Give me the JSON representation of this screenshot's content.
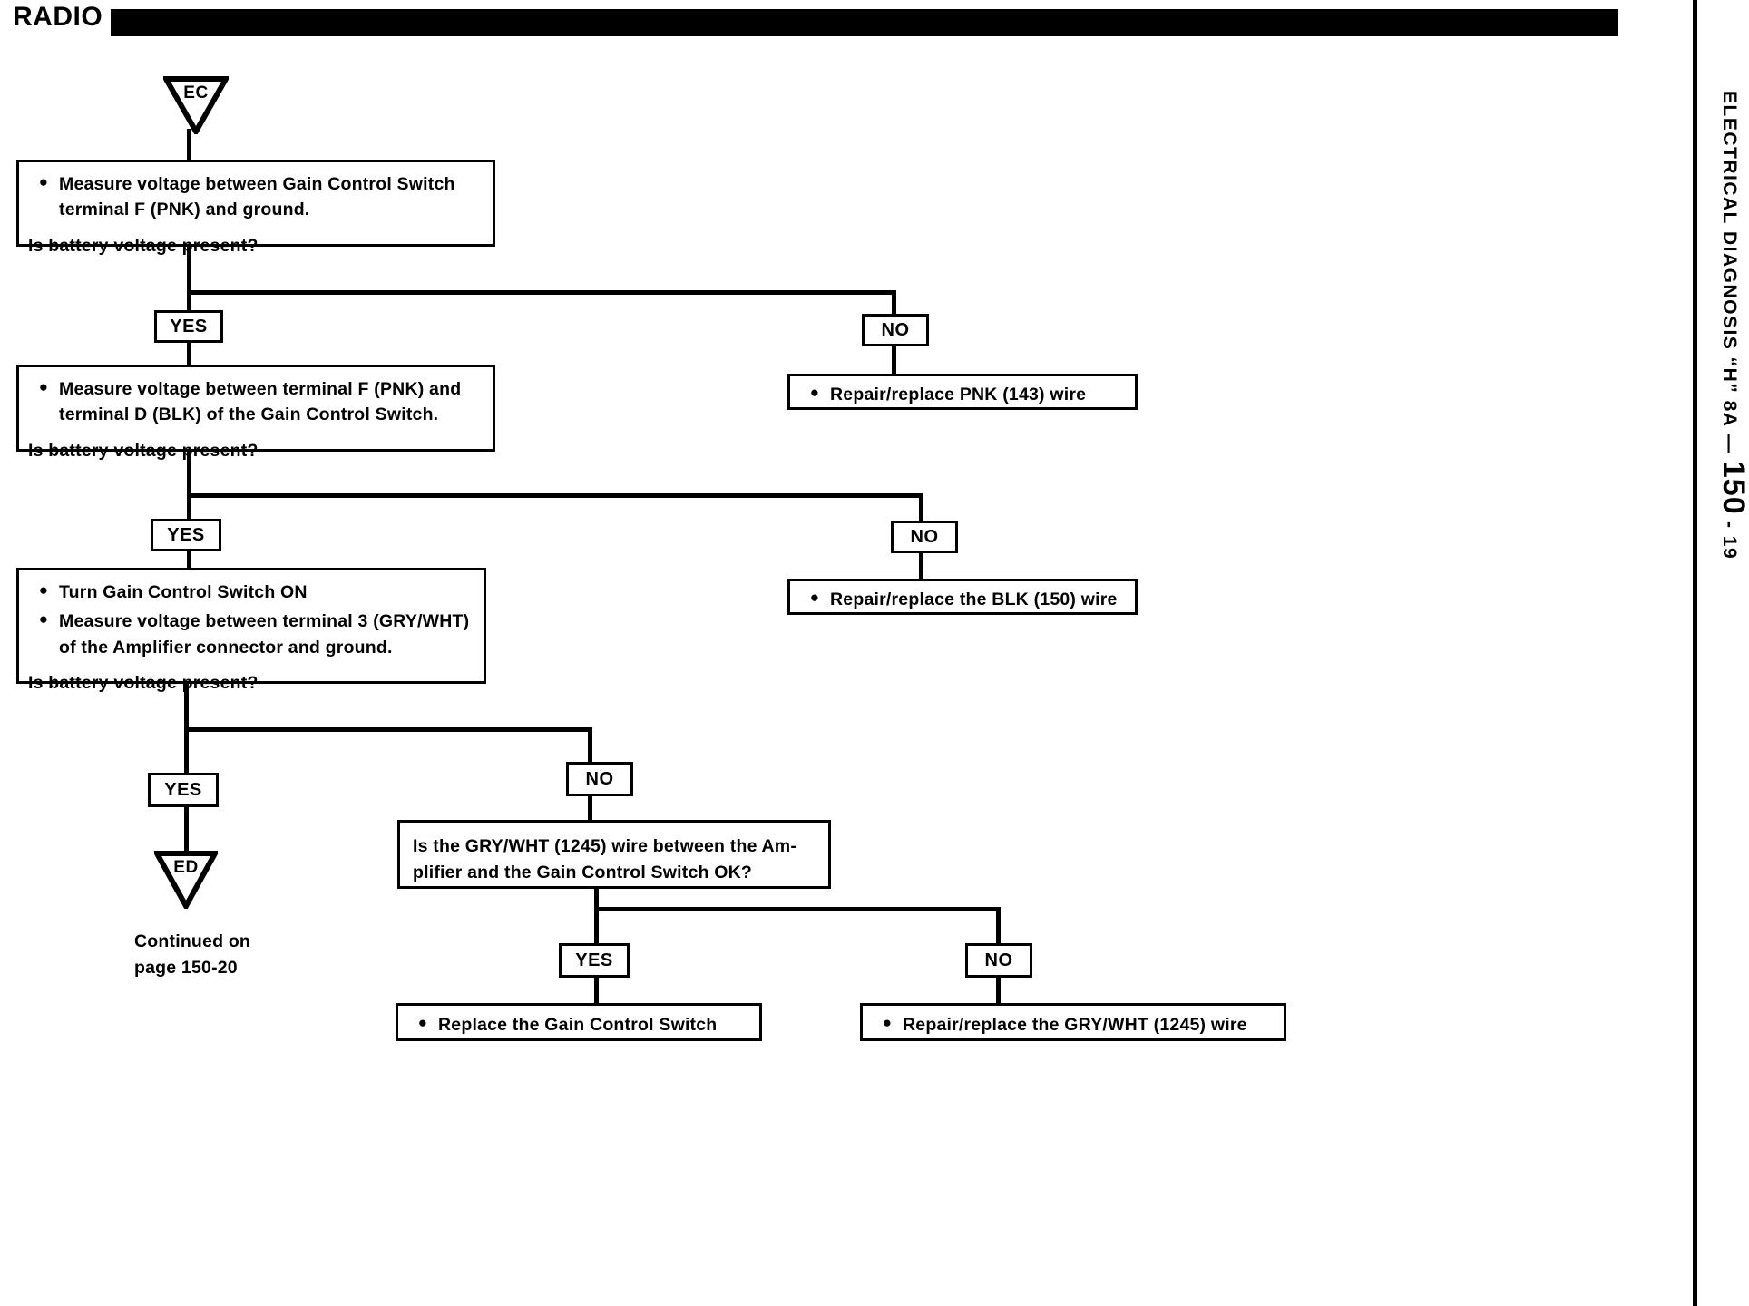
{
  "header": {
    "title": "RADIO"
  },
  "sidebar": {
    "prefix": "ELECTRICAL DIAGNOSIS “H”   8A — ",
    "page_big": "150",
    "page_tail": " - 19"
  },
  "connectors": {
    "entry": "EC",
    "exit": "ED"
  },
  "steps": [
    {
      "id": "step-1",
      "bullets": [
        "Measure voltage between Gain Control Switch terminal F (PNK) and ground."
      ],
      "question": "Is battery voltage present?"
    },
    {
      "id": "step-2",
      "bullets": [
        "Measure voltage between terminal F (PNK) and terminal D (BLK) of the Gain Control Switch."
      ],
      "question": "Is battery voltage present?"
    },
    {
      "id": "step-3",
      "bullets": [
        "Turn Gain Control Switch ON",
        "Measure voltage between terminal 3 (GRY/WHT) of the Amplifier connector and ground."
      ],
      "question": "Is battery voltage present?"
    }
  ],
  "branch_labels": {
    "yes": "YES",
    "no": "NO"
  },
  "actions": {
    "repair_pnk": "Repair/replace PNK (143) wire",
    "repair_blk": "Repair/replace the BLK (150) wire",
    "replace_switch": "Replace the Gain Control Switch",
    "repair_gry_wht": "Repair/replace the GRY/WHT (1245) wire"
  },
  "sub_question": {
    "line1": "Is the GRY/WHT (1245) wire between the Am-",
    "line2": "plifier and the Gain Control Switch OK?"
  },
  "continued": {
    "line1": "Continued on",
    "line2": "page 150-20"
  },
  "colors": {
    "ink": "#000000",
    "paper": "#ffffff"
  }
}
